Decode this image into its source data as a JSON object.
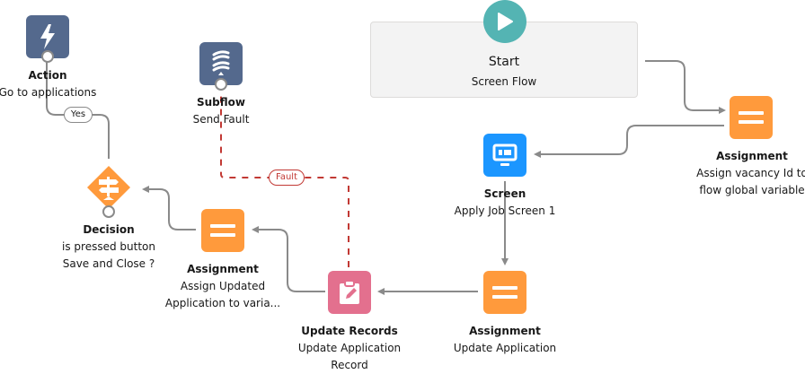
{
  "canvas": {
    "colors": {
      "connector": "#8a8a8a",
      "fault_connector": "#c23934",
      "action_icon_bg": "#54698d",
      "subflow_icon_bg": "#54698d",
      "decision_bg": "#ff9a3c",
      "assignment_bg": "#ff9a3c",
      "screen_bg": "#1b96ff",
      "update_records_bg": "#e3708e",
      "start_bg": "#54b4b3"
    },
    "start": {
      "icon": "play-icon",
      "title": "Start",
      "subtitle": "Screen Flow"
    },
    "nodes": {
      "action": {
        "icon": "lightning-icon",
        "type_label": "Action",
        "name": "Go to applications"
      },
      "subflow": {
        "icon": "subflow-icon",
        "type_label": "Subflow",
        "name": "Send Fault"
      },
      "decision": {
        "icon": "signpost-icon",
        "type_label": "Decision",
        "name_line1": "is pressed button",
        "name_line2": "Save and Close ?"
      },
      "assign_vacancy": {
        "icon": "equals-icon",
        "type_label": "Assignment",
        "name_line1": "Assign vacancy Id to",
        "name_line2": "flow global variable"
      },
      "screen": {
        "icon": "monitor-icon",
        "type_label": "Screen",
        "name": "Apply Job Screen 1"
      },
      "assign_update_app": {
        "icon": "equals-icon",
        "type_label": "Assignment",
        "name": "Update Application"
      },
      "update_records": {
        "icon": "clipboard-edit-icon",
        "type_label": "Update Records",
        "name_line1": "Update Application",
        "name_line2": "Record"
      },
      "assign_updated": {
        "icon": "equals-icon",
        "type_label": "Assignment",
        "name_line1": "Assign Updated",
        "name_line2": "Application to varia..."
      }
    },
    "connector_labels": {
      "yes": "Yes",
      "fault": "Fault"
    }
  }
}
